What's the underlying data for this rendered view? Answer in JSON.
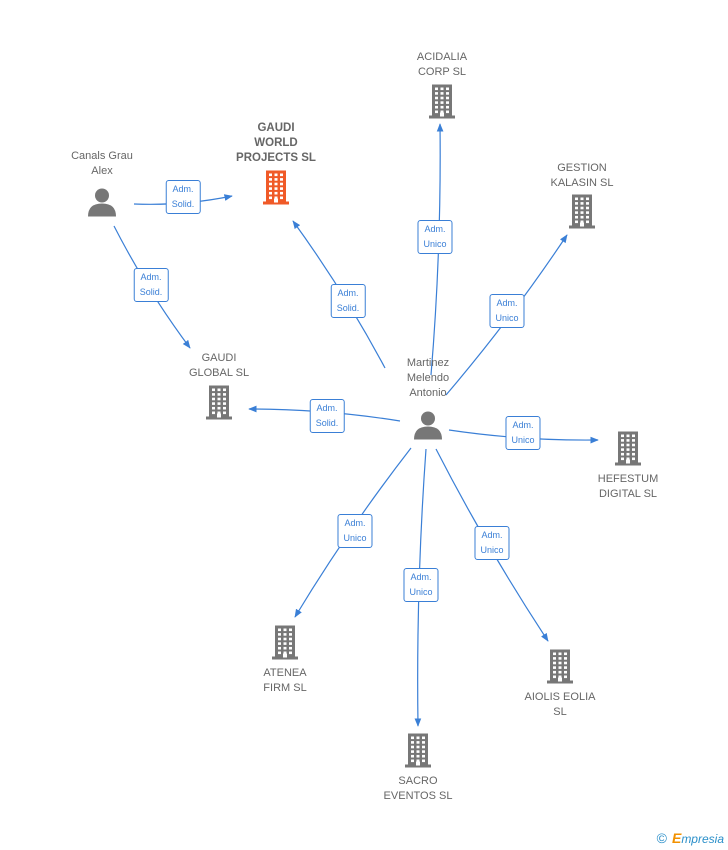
{
  "colors": {
    "edge": "#3a7fd6",
    "building": "#777777",
    "focus_building": "#f05a28",
    "person": "#777777"
  },
  "nodes": [
    {
      "id": "canals",
      "type": "person",
      "label": "Canals Grau\nAlex"
    },
    {
      "id": "martinez",
      "type": "person",
      "label": "Martinez\nMelendo\nAntonio"
    },
    {
      "id": "gaudi_world",
      "type": "company",
      "focus": true,
      "label": "GAUDI\nWORLD\nPROJECTS SL"
    },
    {
      "id": "acidalia",
      "type": "company",
      "label": "ACIDALIA\nCORP SL"
    },
    {
      "id": "gestion",
      "type": "company",
      "label": "GESTION\nKALASIN SL"
    },
    {
      "id": "gaudi_global",
      "type": "company",
      "label": "GAUDI\nGLOBAL SL"
    },
    {
      "id": "hefestum",
      "type": "company",
      "label": "HEFESTUM\nDIGITAL SL"
    },
    {
      "id": "atenea",
      "type": "company",
      "label": "ATENEA\nFIRM SL"
    },
    {
      "id": "aiolis",
      "type": "company",
      "label": "AIOLIS EOLIA\nSL"
    },
    {
      "id": "sacro",
      "type": "company",
      "label": "SACRO\nEVENTOS SL"
    }
  ],
  "edges": [
    {
      "from": "canals",
      "to": "gaudi_world",
      "label": "Adm.\nSolid."
    },
    {
      "from": "canals",
      "to": "gaudi_global",
      "label": "Adm.\nSolid."
    },
    {
      "from": "martinez",
      "to": "gaudi_world",
      "label": "Adm.\nSolid."
    },
    {
      "from": "martinez",
      "to": "acidalia",
      "label": "Adm.\nUnico"
    },
    {
      "from": "martinez",
      "to": "gestion",
      "label": "Adm.\nUnico"
    },
    {
      "from": "martinez",
      "to": "gaudi_global",
      "label": "Adm.\nSolid."
    },
    {
      "from": "martinez",
      "to": "hefestum",
      "label": "Adm.\nUnico"
    },
    {
      "from": "martinez",
      "to": "atenea",
      "label": "Adm.\nUnico"
    },
    {
      "from": "martinez",
      "to": "sacro",
      "label": "Adm.\nUnico"
    },
    {
      "from": "martinez",
      "to": "aiolis",
      "label": "Adm.\nUnico"
    }
  ],
  "footer": {
    "copyright": "©",
    "brand_e": "E",
    "brand_rest": "mpresia"
  }
}
